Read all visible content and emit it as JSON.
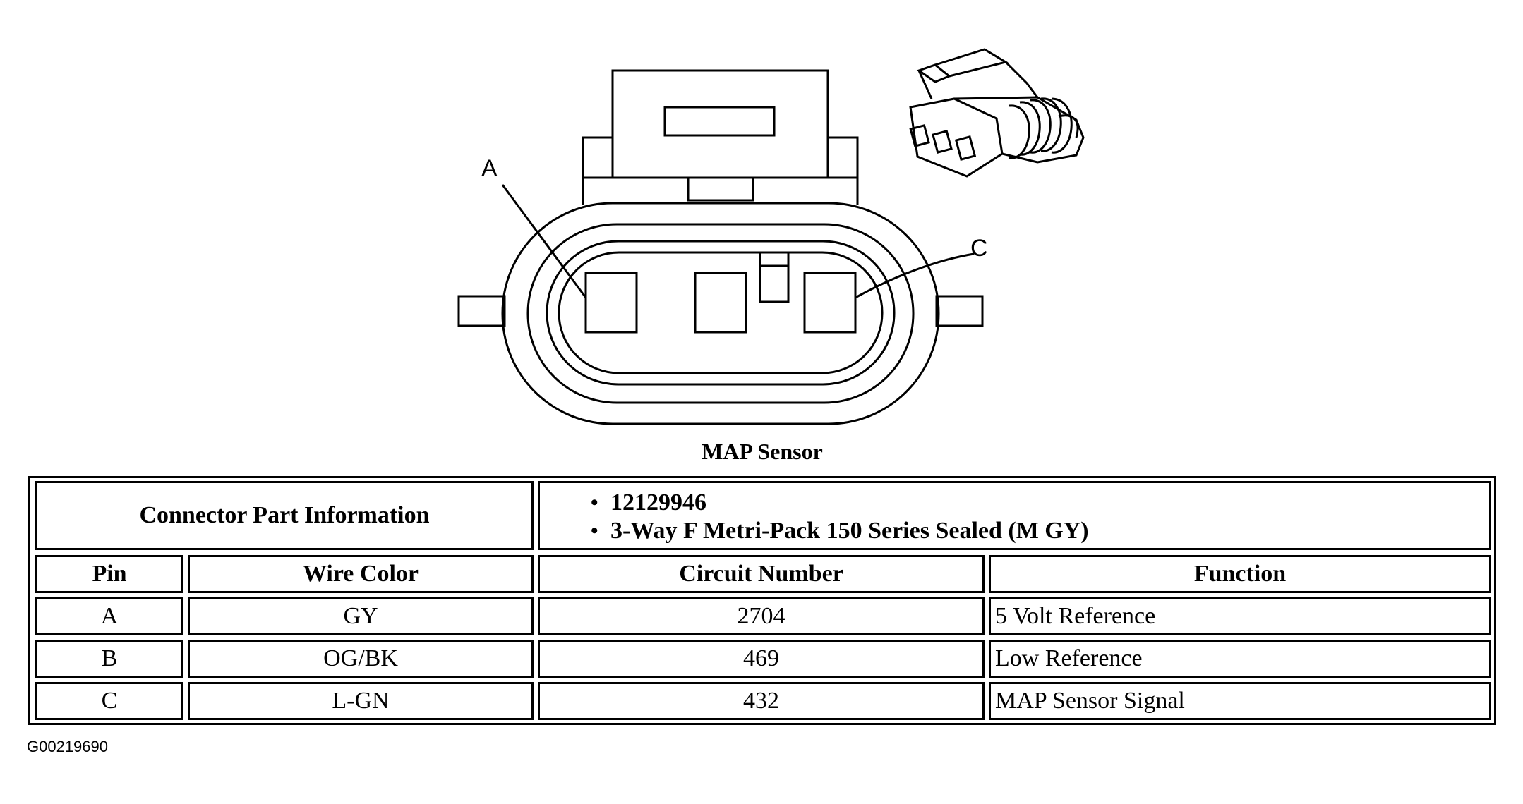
{
  "diagram": {
    "pin_labels": [
      "A",
      "C"
    ],
    "caption": "MAP Sensor"
  },
  "table": {
    "connector_info_label": "Connector Part Information",
    "connector_info_items": [
      "12129946",
      "3-Way F Metri-Pack 150 Series Sealed (M GY)"
    ],
    "headers": {
      "pin": "Pin",
      "wire_color": "Wire Color",
      "circuit_number": "Circuit Number",
      "function": "Function"
    },
    "rows": [
      {
        "pin": "A",
        "wire_color": "GY",
        "circuit_number": "2704",
        "function": "5 Volt Reference"
      },
      {
        "pin": "B",
        "wire_color": "OG/BK",
        "circuit_number": "469",
        "function": "Low Reference"
      },
      {
        "pin": "C",
        "wire_color": "L-GN",
        "circuit_number": "432",
        "function": "MAP Sensor Signal"
      }
    ]
  },
  "figure_id": "G00219690"
}
